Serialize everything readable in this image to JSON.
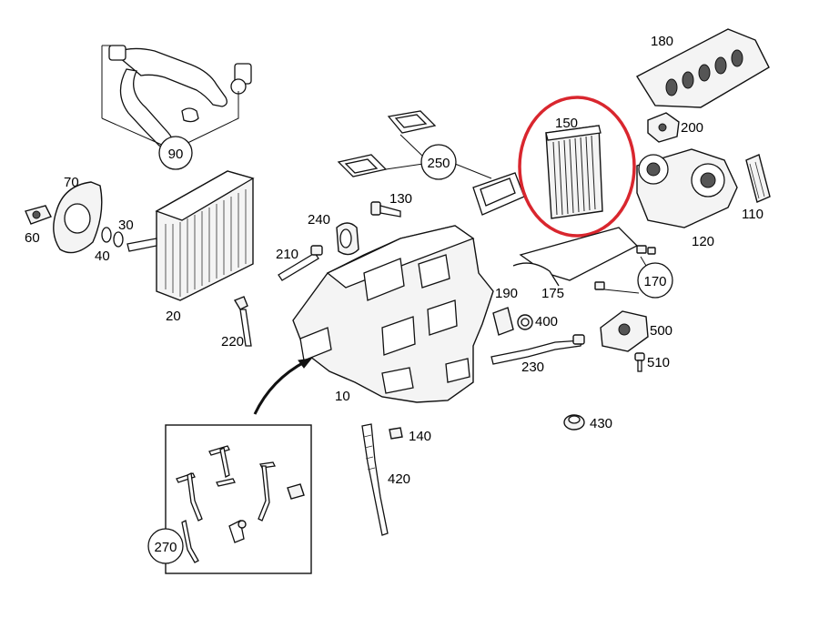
{
  "parts": {
    "p10": "10",
    "p20": "20",
    "p30": "30",
    "p40": "40",
    "p60": "60",
    "p70": "70",
    "p90": "90",
    "p110": "110",
    "p120": "120",
    "p130": "130",
    "p140": "140",
    "p150": "150",
    "p170": "170",
    "p175": "175",
    "p180": "180",
    "p190": "190",
    "p200": "200",
    "p210": "210",
    "p220": "220",
    "p230": "230",
    "p240": "240",
    "p250": "250",
    "p270": "270",
    "p400": "400",
    "p420": "420",
    "p430": "430",
    "p500": "500",
    "p510": "510"
  },
  "highlight": {
    "part": "150",
    "color": "#d9262e"
  }
}
